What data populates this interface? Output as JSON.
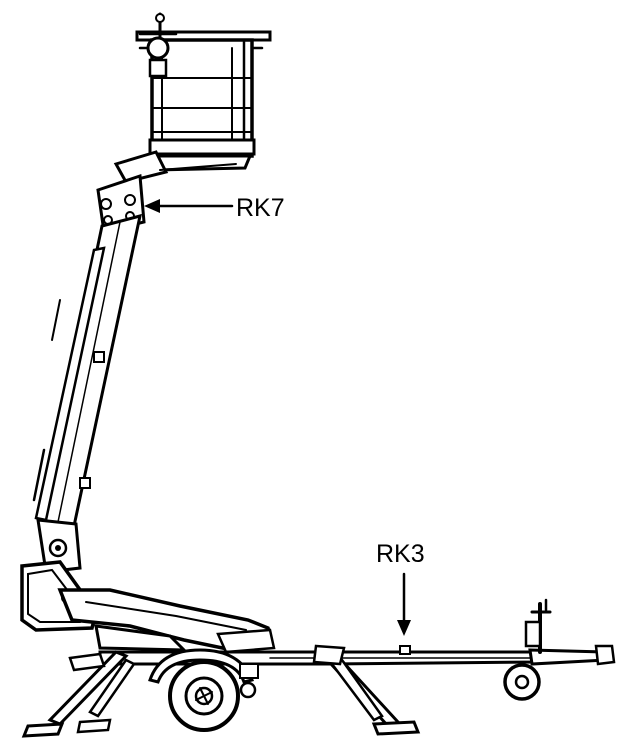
{
  "callouts": [
    {
      "id": "rk7",
      "label": "RK7"
    },
    {
      "id": "rk3",
      "label": "RK3"
    }
  ],
  "colors": {
    "ink": "#000000",
    "background": "#ffffff"
  }
}
